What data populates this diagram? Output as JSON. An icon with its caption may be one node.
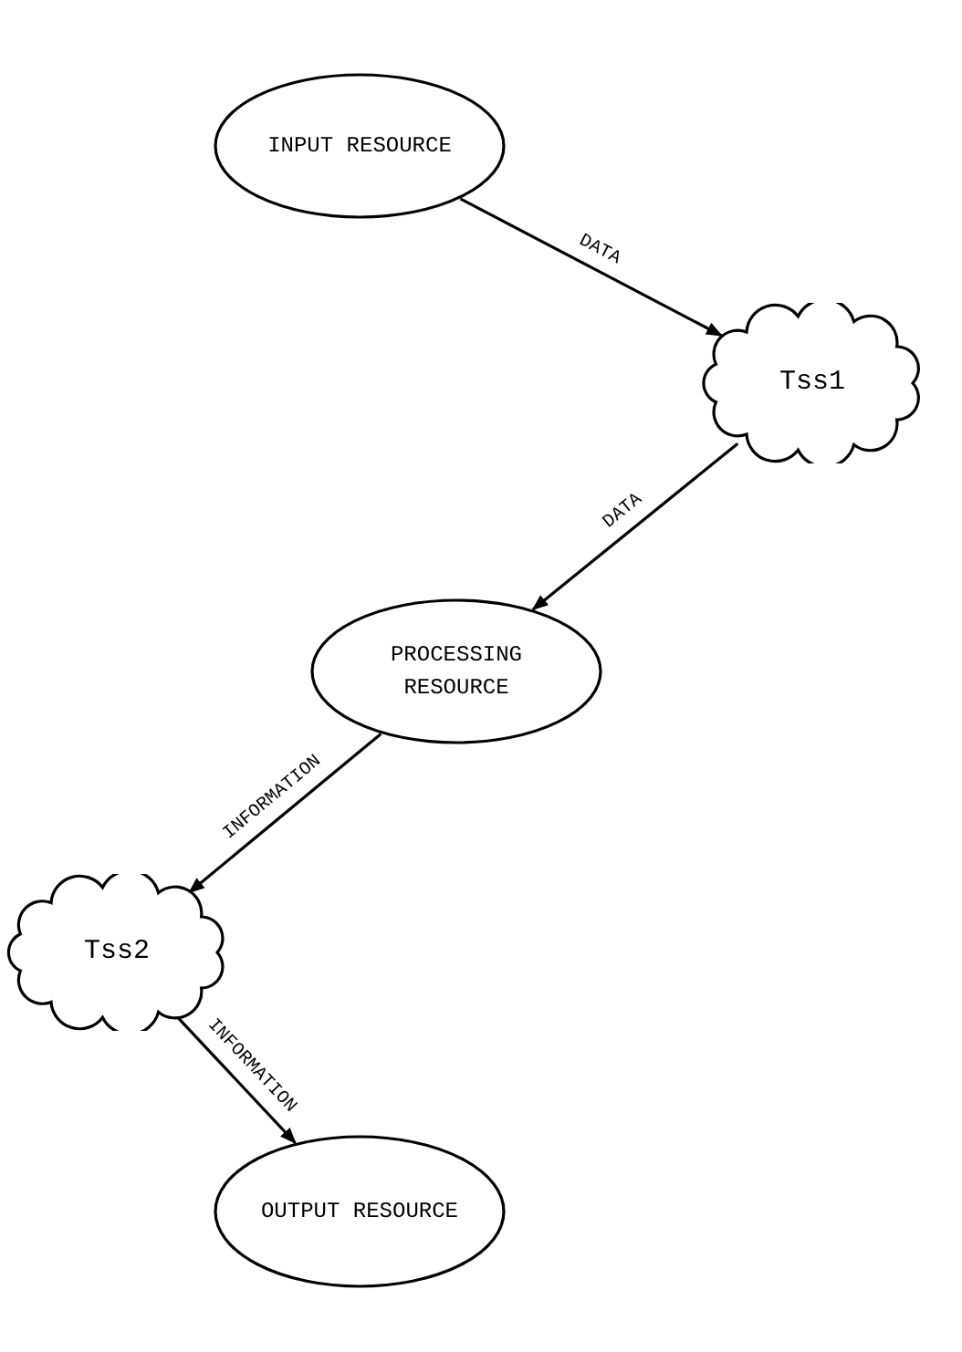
{
  "diagram": {
    "nodes": [
      {
        "text": [
          "INPUT RESOURCE"
        ]
      },
      {
        "text": [
          "Tss1"
        ]
      },
      {
        "text": [
          "PROCESSING RESOURCE"
        ]
      },
      {
        "text": [
          "Tss2"
        ]
      },
      {
        "text": [
          "OUTPUT RESOURCE"
        ]
      }
    ],
    "edges": [
      {
        "from": 0,
        "to": 1,
        "arrow": "to",
        "label": "DATA"
      },
      {
        "from": 1,
        "to": 2,
        "arrow": "to",
        "label": "DATA"
      },
      {
        "from": 2,
        "to": 3,
        "arrow": "to",
        "label": "INFORMATION"
      },
      {
        "from": 3,
        "to": 4,
        "arrow": "to",
        "label": "INFORMATION"
      }
    ]
  }
}
